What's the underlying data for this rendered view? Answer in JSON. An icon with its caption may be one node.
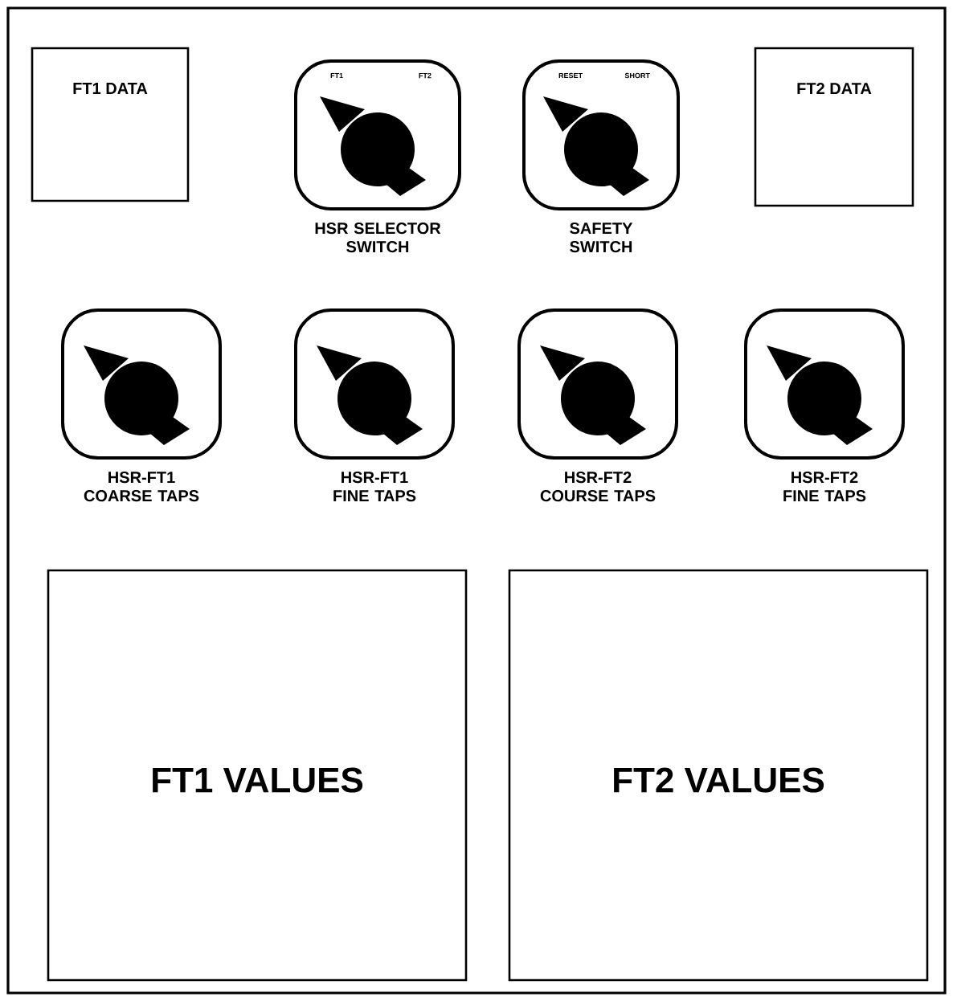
{
  "diagram": {
    "nodes": [
      {
        "text": [],
        "shape": "box"
      },
      {
        "text": [
          "FT1 DATA"
        ],
        "in": 0
      },
      {
        "text": [
          "FT1",
          "FT2",
          "HSR SELECTOR SWITCH"
        ],
        "in": 0
      },
      {
        "text": [
          "RESET",
          "SHORT",
          "SAFETY SWITCH"
        ],
        "in": 0
      },
      {
        "text": [
          "FT2 DATA"
        ],
        "in": 0
      },
      {
        "text": [
          "HSR-FT1 COARSE TAPS"
        ],
        "in": 0
      },
      {
        "text": [
          "HSR-FT1 FINE TAPS"
        ],
        "in": 0
      },
      {
        "text": [
          "HSR-FT2 COURSE TAPS"
        ],
        "in": 0
      },
      {
        "text": [
          "HSR-FT2 FINE TAPS"
        ],
        "in": 0
      },
      {
        "text": [
          "FT1 VALUES"
        ],
        "in": 0
      },
      {
        "text": [
          "FT2 VALUES"
        ],
        "in": 0
      }
    ]
  }
}
